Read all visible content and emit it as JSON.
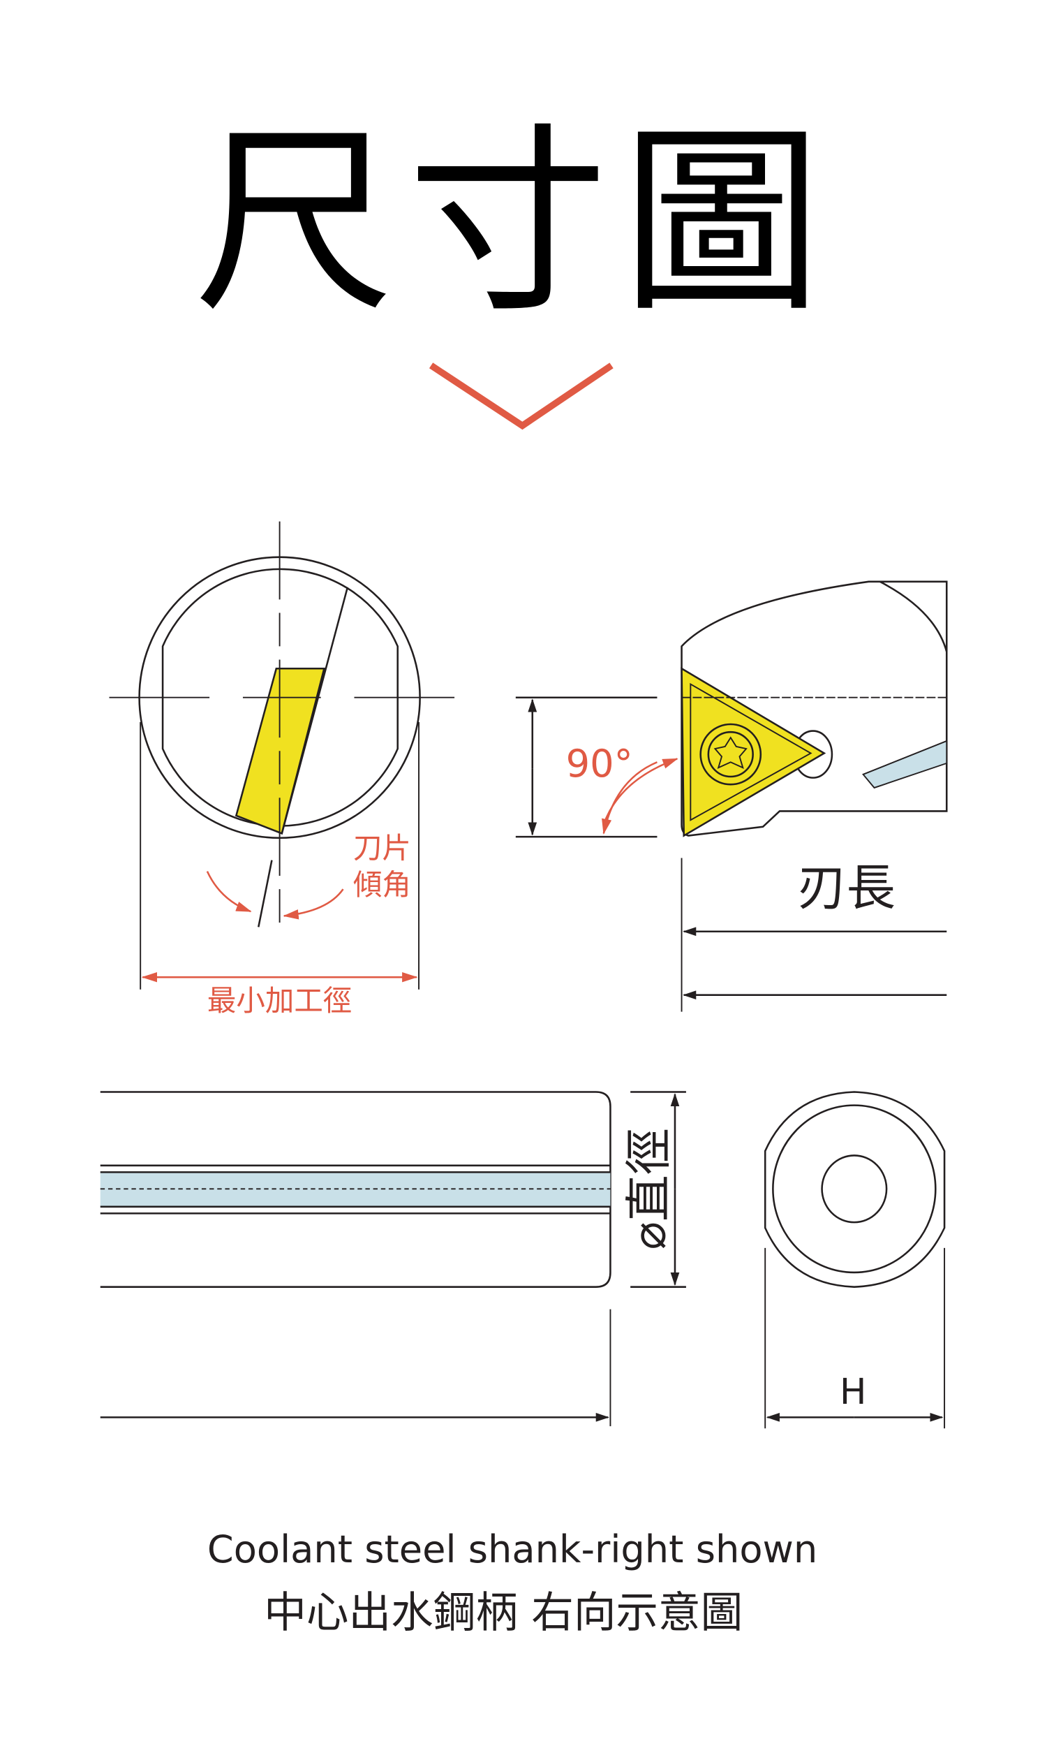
{
  "title": "尺寸圖",
  "colors": {
    "accent": "#e05a44",
    "insert_yellow": "#f0e120",
    "body_gray": "#eeeeec",
    "coolant_blue": "#c9e0e8",
    "line": "#231f20"
  },
  "labels": {
    "blade_tilt_line1": "刀片",
    "blade_tilt_line2": "傾角",
    "min_bore": "最小加工徑",
    "angle": "90°",
    "blade_length": "刃長",
    "diameter": "⌀直徑",
    "height": "H"
  },
  "caption": {
    "english": "Coolant steel shank-right shown",
    "chinese": "中心出水鋼柄 右向示意圖"
  }
}
